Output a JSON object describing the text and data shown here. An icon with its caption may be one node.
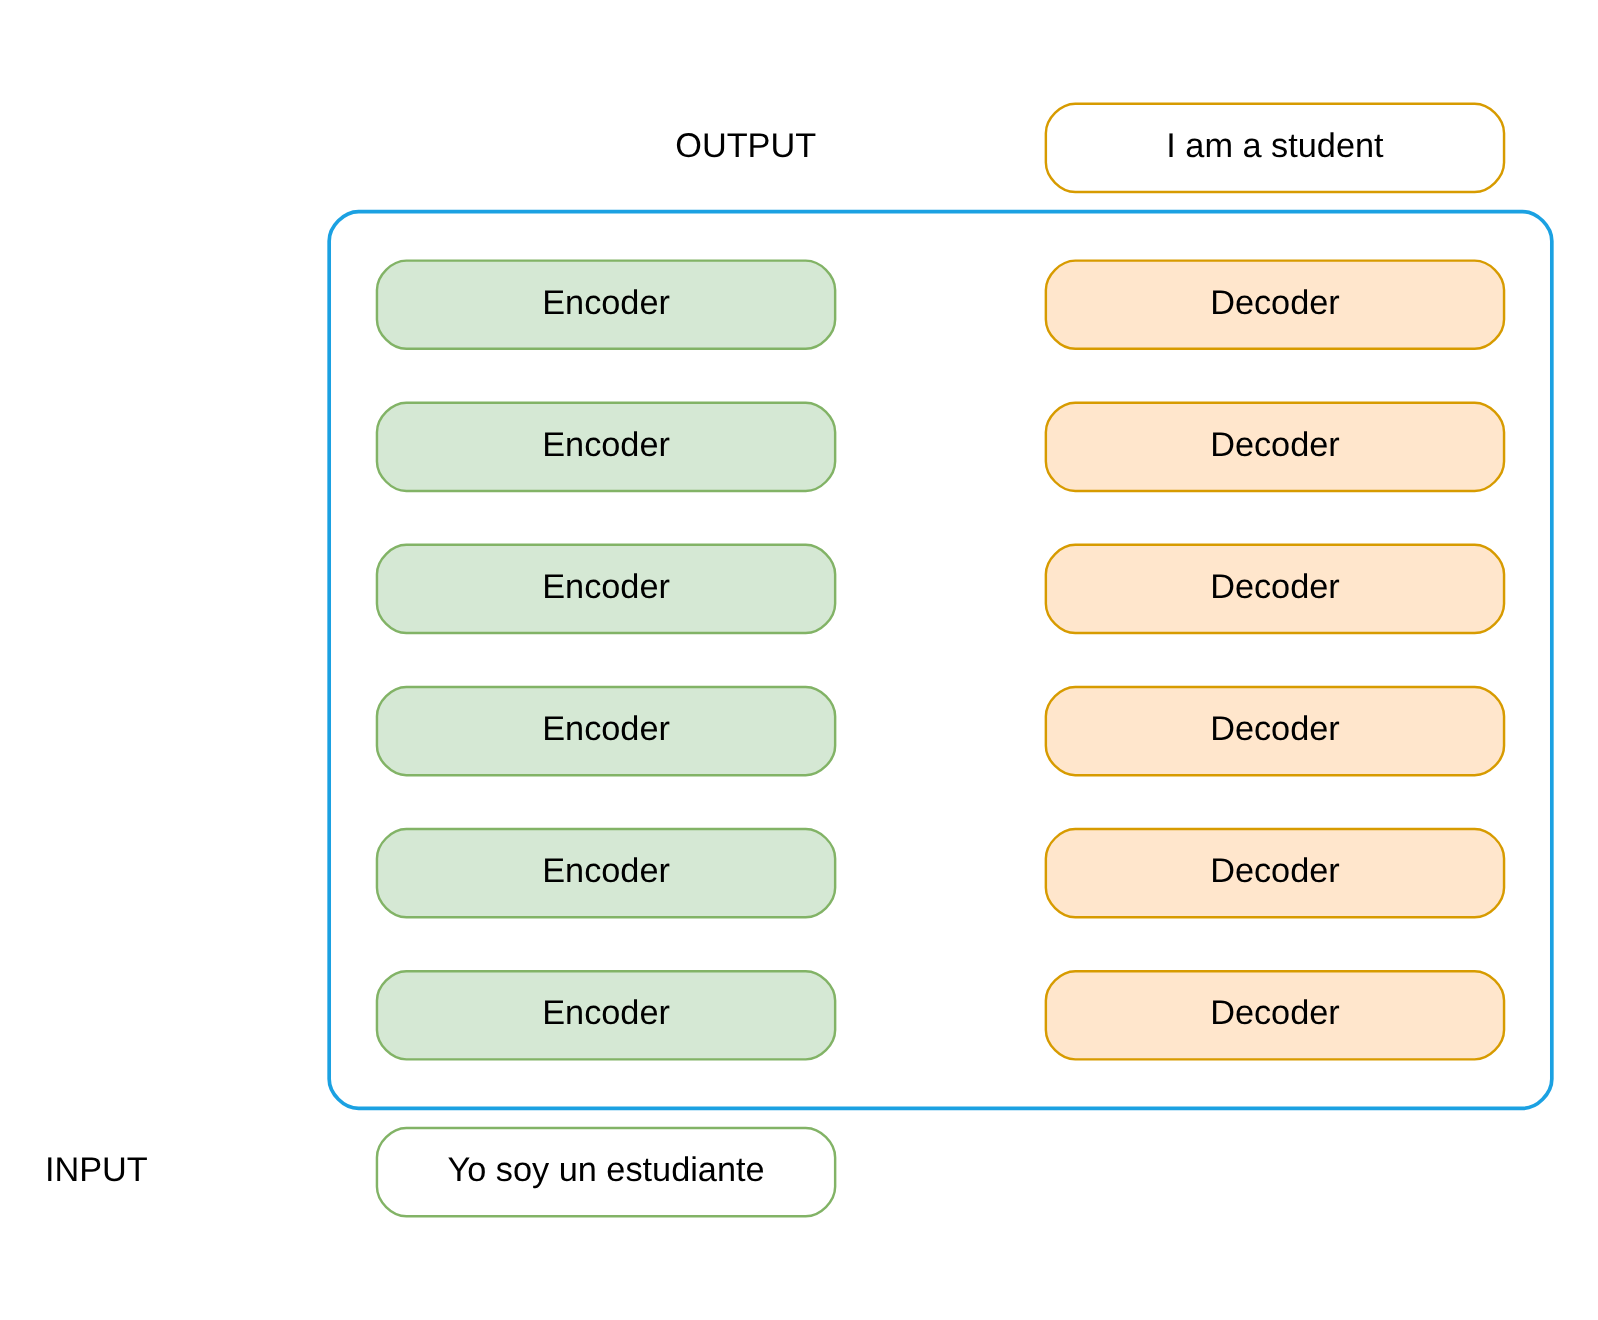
{
  "diagram": {
    "nodes": [
      {
        "text": [
          "I am a student"
        ]
      },
      {
        "text": [],
        "shape": "box"
      },
      {
        "text": [
          "Encoder"
        ],
        "in": 1
      },
      {
        "text": [
          "Decoder"
        ],
        "in": 1
      },
      {
        "text": [
          "Encoder"
        ],
        "in": 1
      },
      {
        "text": [
          "Decoder"
        ],
        "in": 1
      },
      {
        "text": [
          "Encoder"
        ],
        "in": 1
      },
      {
        "text": [
          "Decoder"
        ],
        "in": 1
      },
      {
        "text": [
          "Encoder"
        ],
        "in": 1
      },
      {
        "text": [
          "Decoder"
        ],
        "in": 1
      },
      {
        "text": [
          "Encoder"
        ],
        "in": 1
      },
      {
        "text": [
          "Decoder"
        ],
        "in": 1
      },
      {
        "text": [
          "Encoder"
        ],
        "in": 1
      },
      {
        "text": [
          "Decoder"
        ],
        "in": 1
      },
      {
        "text": [
          "Yo soy un estudiante"
        ]
      }
    ],
    "edges": [],
    "labels": [
      "OUTPUT",
      "INPUT"
    ]
  }
}
